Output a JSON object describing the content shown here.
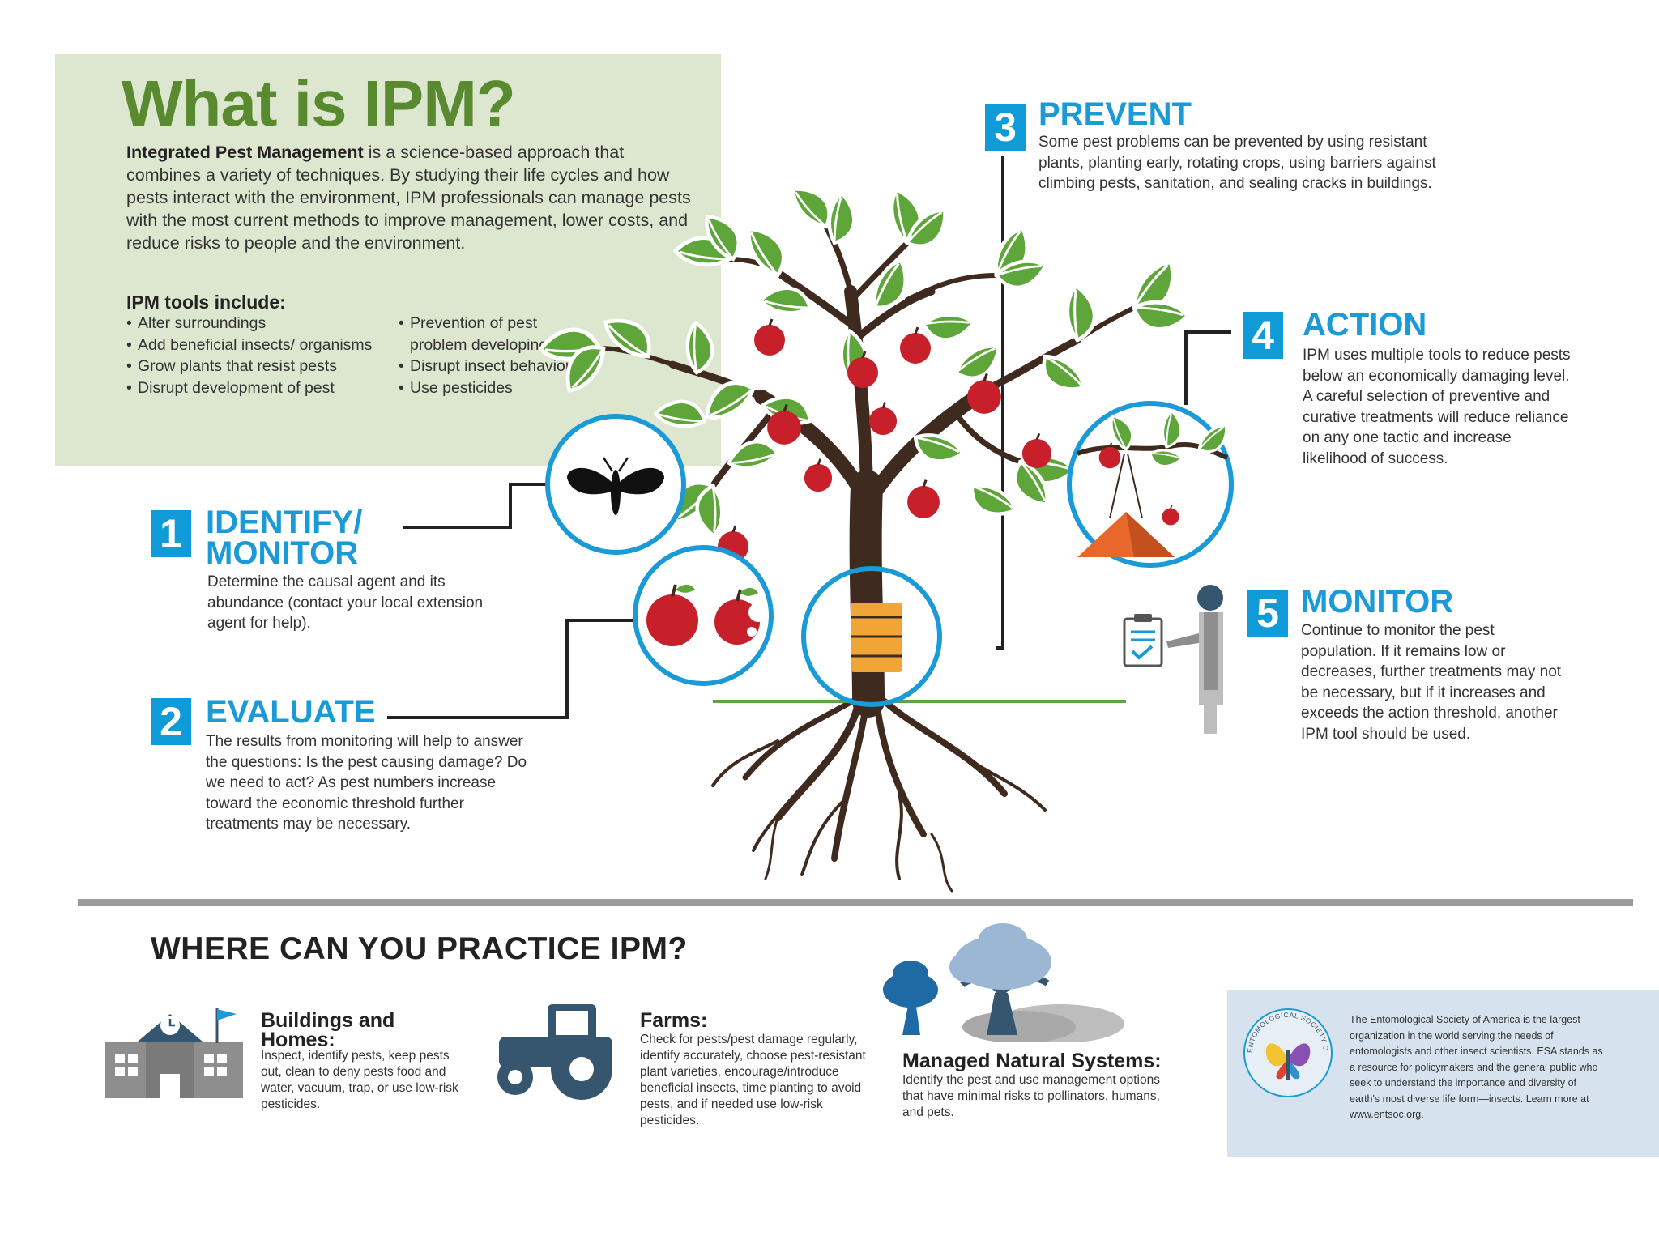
{
  "intro": {
    "title": "What is IPM?",
    "lead_bold": "Integrated Pest Management",
    "lead_rest": " is a science-based approach that combines a variety of techniques. By studying their life cycles and how pests interact with the environment, IPM professionals can manage pests with the most current methods to improve management, lower costs, and reduce risks to people and the environment.",
    "tools_heading": "IPM tools include:",
    "tools_col1": [
      "Alter surroundings",
      "Add beneficial insects/ organisms",
      "Grow plants that resist pests",
      "Disrupt development of pest"
    ],
    "tools_col2": [
      "Prevention of pest problem developing",
      "Disrupt insect behaviors",
      "Use pesticides"
    ]
  },
  "steps": [
    {
      "num": "1",
      "title": "IDENTIFY/ MONITOR",
      "text": "Determine the causal agent and its abundance (contact your local extension agent for help)."
    },
    {
      "num": "2",
      "title": "EVALUATE",
      "text": "The results from monitoring will help to answer the questions: Is the pest causing damage? Do we need to act? As pest numbers increase toward the economic threshold further treatments may be necessary."
    },
    {
      "num": "3",
      "title": "PREVENT",
      "text": "Some pest problems can be prevented by using resistant plants, planting early, rotating crops, using barriers against climbing pests, sanitation, and sealing cracks in buildings."
    },
    {
      "num": "4",
      "title": "ACTION",
      "text": "IPM uses multiple tools to reduce pests below an economically damaging level. A careful selection of preventive and curative treatments will reduce reliance on any one tactic and increase likelihood of success."
    },
    {
      "num": "5",
      "title": "MONITOR",
      "text": "Continue to monitor the pest population. If it remains low or decreases, further treatments may not be necessary, but if it increases and exceeds the action threshold, another IPM tool should be used."
    }
  ],
  "where": {
    "heading": "WHERE CAN YOU PRACTICE IPM?",
    "buildings": {
      "title": "Buildings and Homes:",
      "text": "Inspect, identify pests, keep pests out, clean to deny pests food and water, vacuum, trap, or use low-risk pesticides."
    },
    "farms": {
      "title": "Farms:",
      "text": "Check for pests/pest damage regularly, identify accurately, choose pest-resistant plant varieties, encourage/introduce beneficial insects, time planting to avoid pests, and if needed use low-risk pesticides."
    },
    "natural": {
      "title": "Managed Natural Systems:",
      "text": "Identify the pest and use management options that have minimal risks to pollinators, humans, and pets."
    }
  },
  "esa": {
    "seal_text": "ENTOMOLOGICAL SOCIETY OF AMERICA",
    "text": "The Entomological Society of America is the largest organization in the world serving the needs of entomologists and other insect scientists. ESA stands as a resource for policymakers and the general public who seek to understand the importance and diversity of earth's most diverse life form—insects. Learn more at www.entsoc.org."
  },
  "colors": {
    "accent": "#1a9ad6",
    "title_green": "#5a8a2f",
    "panel_green": "#dde6cf",
    "apple_red": "#c8202a",
    "leaf_green": "#5ea53a",
    "trunk": "#3e2a1e",
    "band_orange": "#f0a536",
    "tent_orange": "#e8672b",
    "slate": "#35566e",
    "grey": "#8e8e8e"
  }
}
